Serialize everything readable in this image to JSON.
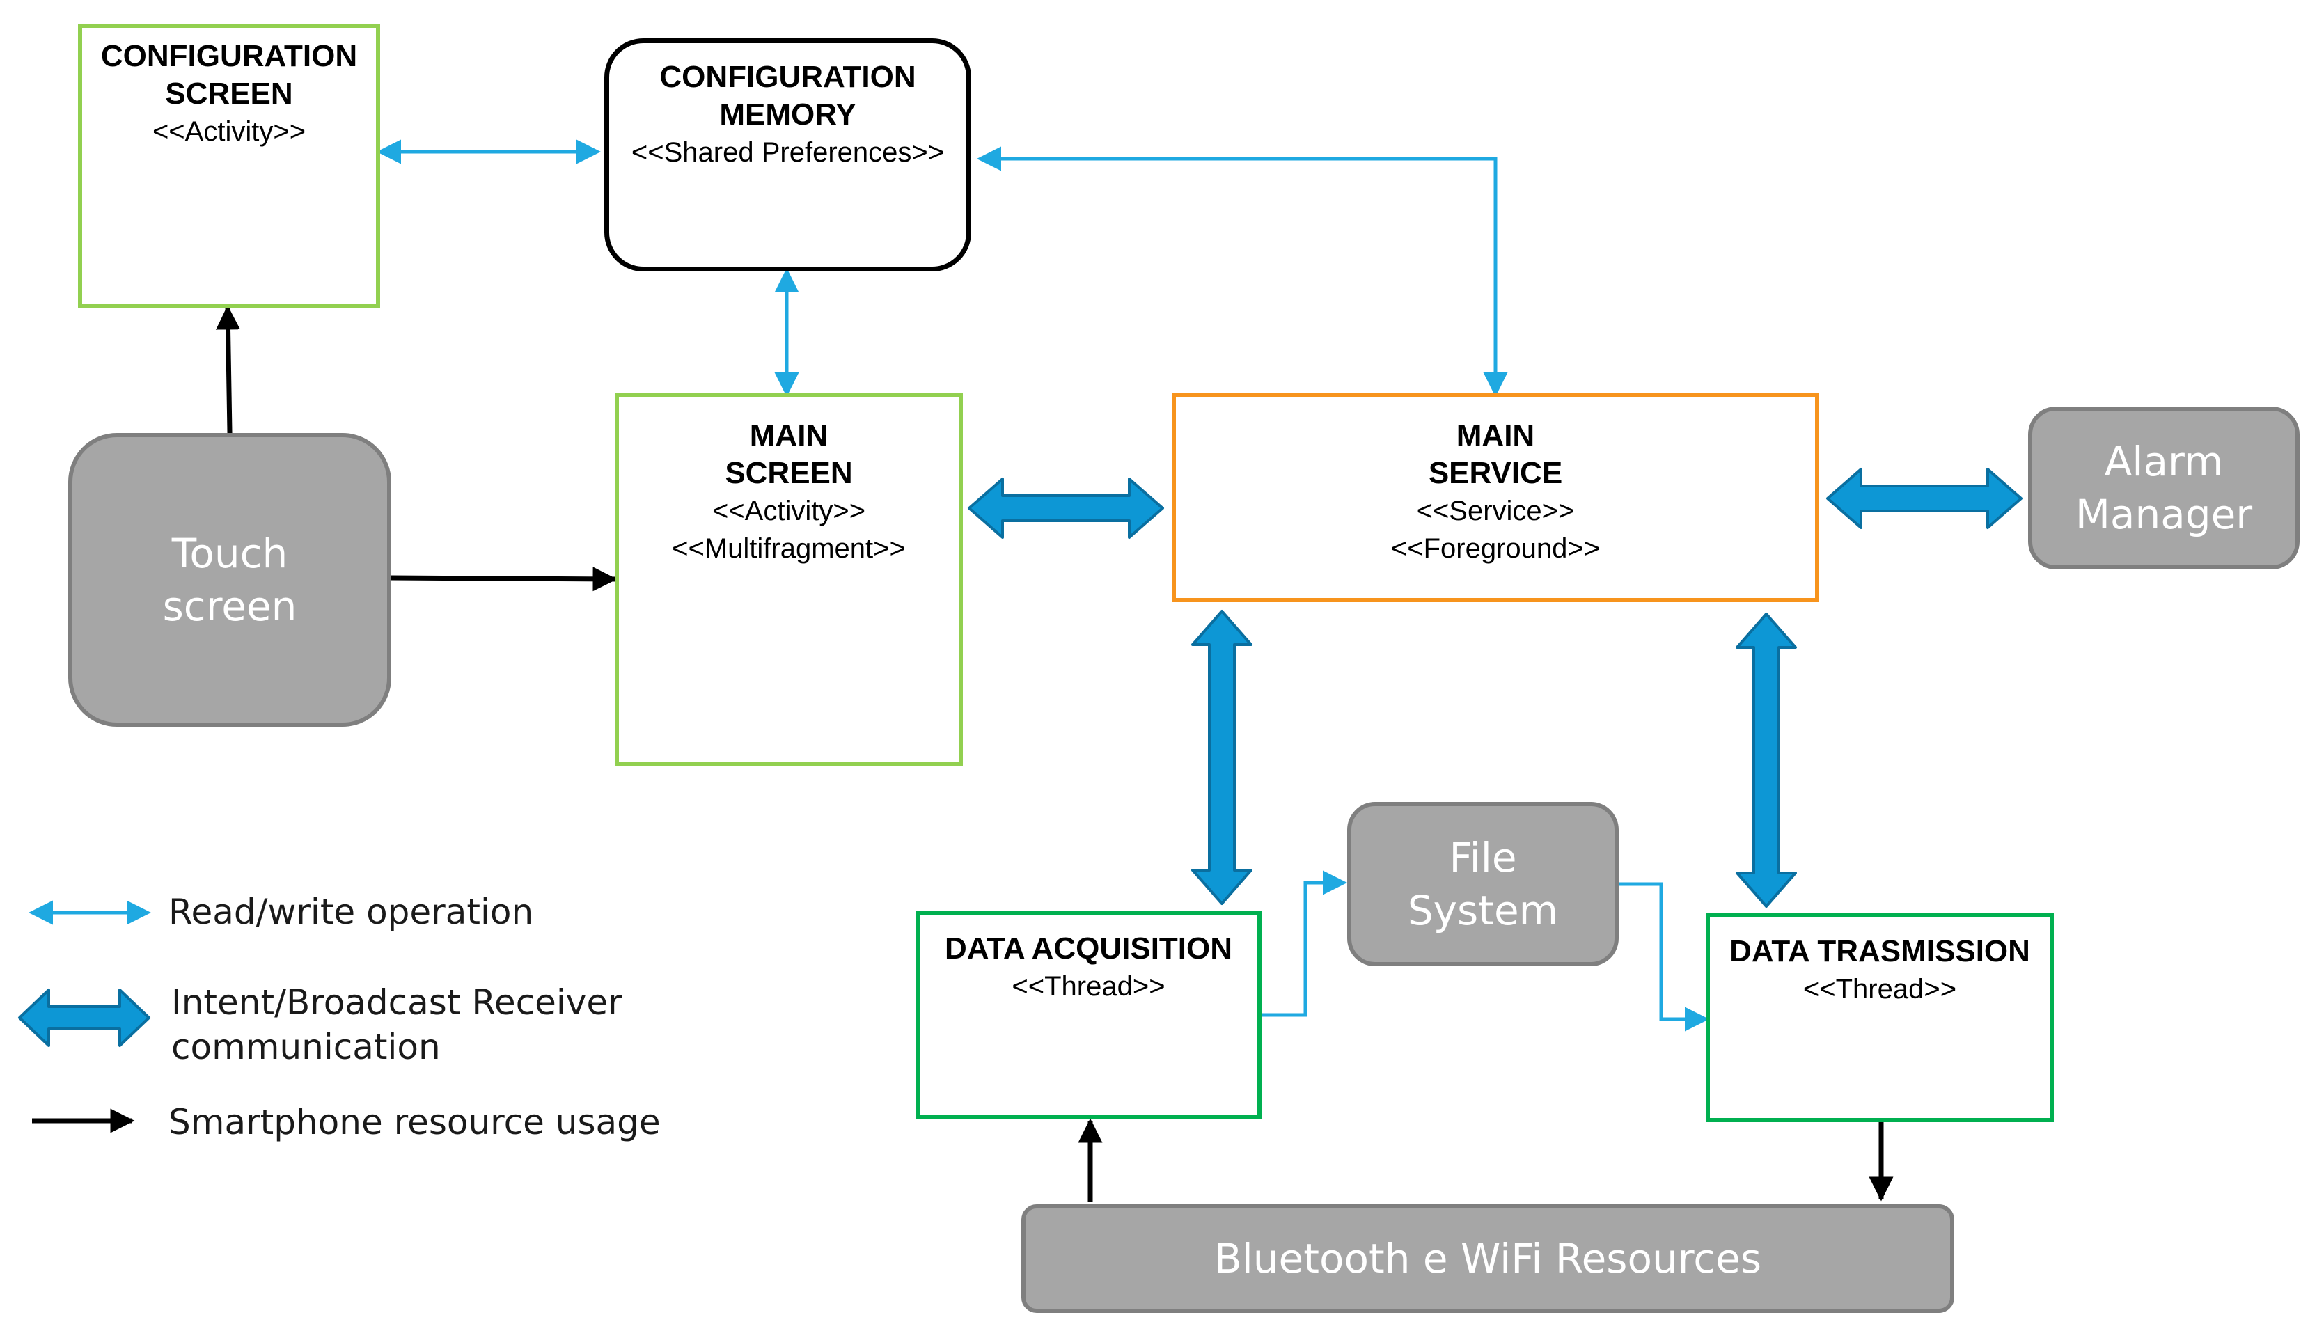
{
  "components": {
    "config_screen": {
      "name": "CONFIGURATION\nSCREEN",
      "stereotype": "<<Activity>>"
    },
    "config_memory": {
      "name": "CONFIGURATION\nMEMORY",
      "stereotype": "<<Shared Preferences>>"
    },
    "main_screen": {
      "name": "MAIN\nSCREEN",
      "stereotype1": "<<Activity>>",
      "stereotype2": "<<Multifragment>>"
    },
    "main_service": {
      "name": "MAIN\nSERVICE",
      "stereotype1": "<<Service>>",
      "stereotype2": "<<Foreground>>"
    },
    "data_acquisition": {
      "name": "DATA ACQUISITION",
      "stereotype": "<<Thread>>"
    },
    "data_transmission": {
      "name": "DATA TRASMISSION",
      "stereotype": "<<Thread>>"
    }
  },
  "resources": {
    "touch_screen": "Touch\nscreen",
    "alarm_manager": "Alarm\nManager",
    "file_system": "File\nSystem",
    "bluetooth_wifi": "Bluetooth e WiFi Resources"
  },
  "legend": {
    "read_write": "Read/write operation",
    "intent": "Intent/Broadcast Receiver\ncommunication",
    "resource_usage": "Smartphone resource usage"
  },
  "colors": {
    "read_write_arrow": "#1fa9e1",
    "intent_arrow_fill": "#0d97d5",
    "intent_arrow_stroke": "#0a6fa0",
    "resource_arrow": "#000000",
    "activity_border": "#92d050",
    "thread_border": "#00b050",
    "service_border": "#f7941d",
    "resource_fill": "#a6a6a6"
  }
}
